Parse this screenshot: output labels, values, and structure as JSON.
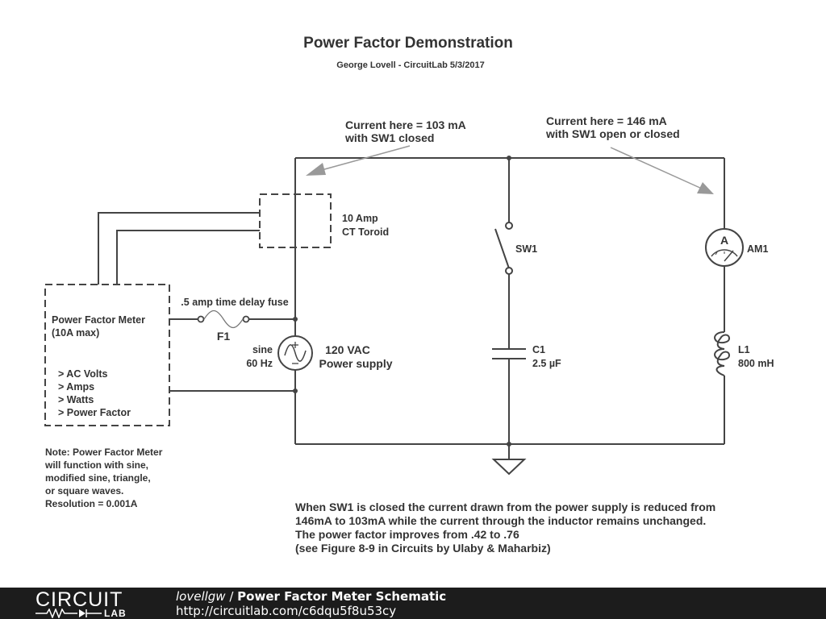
{
  "title": "Power Factor Demonstration",
  "subtitle": "George Lovell - CircuitLab 5/3/2017",
  "annotations": {
    "left_line1": "Current here = 103 mA",
    "left_line2": "with SW1 closed",
    "right_line1": "Current here = 146 mA",
    "right_line2": "with SW1 open or closed"
  },
  "components": {
    "ct_line1": "10 Amp",
    "ct_line2": "CT Toroid",
    "sw1": "SW1",
    "am1": "AM1",
    "ammeter_symbol": "A",
    "fuse_desc": ".5 amp time delay fuse",
    "fuse_ref": "F1",
    "src_left1": "sine",
    "src_left2": "60 Hz",
    "src_right1": "120 VAC",
    "src_right2": "Power supply",
    "c1_ref": "C1",
    "c1_val": "2.5 µF",
    "l1_ref": "L1",
    "l1_val": "800 mH"
  },
  "meter": {
    "line1": "Power Factor Meter",
    "line2": "(10A max)",
    "items": [
      "> AC Volts",
      "> Amps",
      "> Watts",
      "> Power Factor"
    ]
  },
  "note": [
    "Note: Power Factor Meter",
    "will function with sine,",
    "modified sine, triangle,",
    "or square waves.",
    "Resolution = 0.001A"
  ],
  "description": [
    "When SW1 is closed the current drawn from the power supply is reduced from",
    "146mA to 103mA while the current through the inductor remains unchanged.",
    "The power factor improves from .42 to .76",
    "(see Figure 8-9 in Circuits by Ulaby & Maharbiz)"
  ],
  "footer": {
    "logo_top": "CIRCUIT",
    "logo_bottom": "LAB",
    "author": "lovellgw",
    "separator": " / ",
    "title": "Power Factor Meter Schematic",
    "url": "http://circuitlab.com/c6dqu5f8u53cy"
  },
  "colors": {
    "wire": "#444444",
    "arrow": "#999999",
    "footer_bg": "#1c1c1c"
  }
}
